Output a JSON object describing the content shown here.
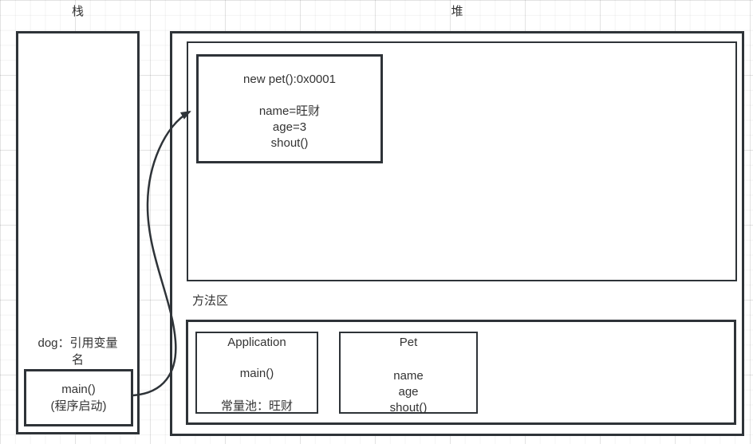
{
  "diagram": {
    "stack_label": "栈",
    "heap_label": "堆",
    "method_area_label": "方法区",
    "stack": {
      "dog_reference_line1": "dog：引用变量",
      "dog_reference_line2": "名",
      "main_frame": {
        "line1": "main()",
        "line2": "(程序启动)"
      }
    },
    "heap": {
      "pet_object": {
        "title": "new pet():0x0001",
        "fields": [
          "name=旺财",
          "age=3",
          "shout()"
        ]
      }
    },
    "method_area": {
      "application_class": {
        "title": "Application",
        "method": "main()",
        "constant_pool": "常量池：旺财"
      },
      "pet_class": {
        "title": "Pet",
        "members": [
          "name",
          "age",
          "shout()"
        ]
      }
    },
    "colors": {
      "stroke": "#2e3338",
      "text": "#333333",
      "background": "#ffffff",
      "grid_line": "#ebebeb"
    }
  }
}
